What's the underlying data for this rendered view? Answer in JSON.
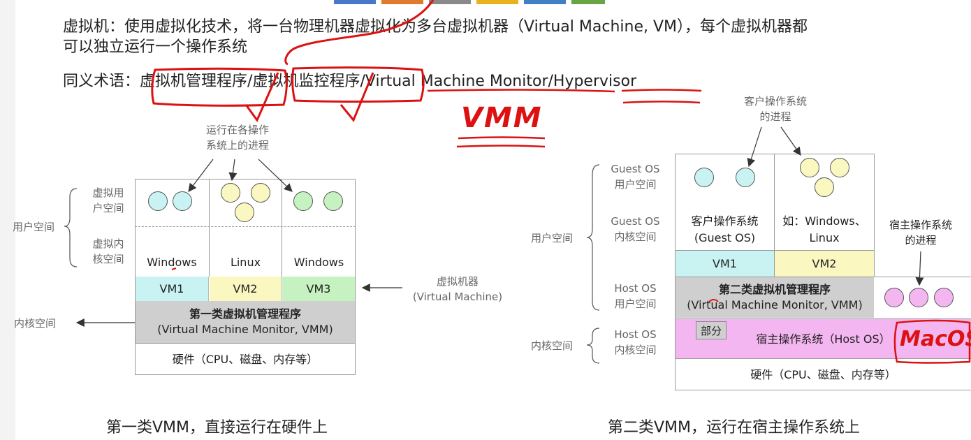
{
  "text": {
    "def_line1": "虚拟机：使用虚拟化技术，将一台物理机器虚拟化为多台虚拟机器（Virtual Machine, VM），每个虚拟机器都",
    "def_line2": "可以独立运行一个操作系统",
    "syn_prefix": "同义术语：",
    "syn_1": "虚拟机管理程序",
    "syn_sep1": "/",
    "syn_2": "虚拟机监控程序",
    "syn_sep2": "/",
    "syn_3": "Virtual Machine Monitor",
    "syn_sep3": "/",
    "syn_4": "Hypervisor",
    "annotation_vmm": "VMM"
  },
  "type1": {
    "proc_label_l1": "运行在各操作",
    "proc_label_l2": "系统上的进程",
    "left_user_space": "用户空间",
    "left_vm_user_l1": "虚拟用",
    "left_vm_user_l2": "户空间",
    "left_vm_kernel_l1": "虚拟内",
    "left_vm_kernel_l2": "核空间",
    "os1": "Windows",
    "os2": "Linux",
    "os3": "Windows",
    "vm1": "VM1",
    "vm2": "VM2",
    "vm3": "VM3",
    "vmm_l1": "第一类虚拟机管理程序",
    "vmm_l2": "(Virtual Machine Monitor, VMM)",
    "hardware": "硬件（CPU、磁盘、内存等）",
    "kernel_space": "内核空间",
    "vm_label_l1": "虚拟机器",
    "vm_label_l2": "(Virtual Machine)",
    "caption": "第一类VMM，直接运行在硬件上"
  },
  "type2": {
    "guest_proc_l1": "客户操作系统",
    "guest_proc_l2": "的进程",
    "guest_user_l1": "Guest OS",
    "guest_user_l2": "用户空间",
    "guest_kernel_l1": "Guest OS",
    "guest_kernel_l2": "内核空间",
    "host_user_l1": "Host OS",
    "host_user_l2": "用户空间",
    "host_kernel_l1": "Host OS",
    "host_kernel_l2": "内核空间",
    "left_user": "用户空间",
    "left_kernel": "内核空间",
    "guest_os_l1": "客户操作系统",
    "guest_os_l2": "(Guest OS)",
    "example_l1": "如：Windows、",
    "example_l2": "Linux",
    "vm1": "VM1",
    "vm2": "VM2",
    "vmm_l1": "第二类虚拟机管理程序",
    "vmm_l2": "(Virtual Machine Monitor, VMM)",
    "host_proc_l1": "宿主操作系统",
    "host_proc_l2": "的进程",
    "partial": "部分",
    "host_os": "宿主操作系统（Host OS）",
    "hardware": "硬件（CPU、磁盘、内存等）",
    "annotation_macos": "MacOS",
    "caption": "第二类VMM，运行在宿主操作系统上"
  }
}
